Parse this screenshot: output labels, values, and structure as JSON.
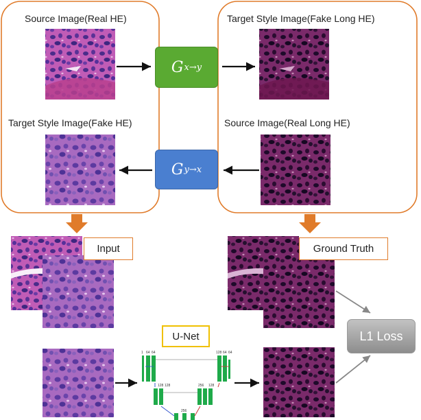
{
  "labels": {
    "source_real_he": "Source Image(Real HE)",
    "target_fake_long_he": "Target Style Image(Fake Long HE)",
    "target_fake_he": "Target Style Image(Fake HE)",
    "source_real_long_he": "Source Image(Real Long HE)",
    "input": "Input",
    "ground_truth": "Ground Truth",
    "unet": "U-Net",
    "l1_loss": "L1 Loss"
  },
  "generators": {
    "g_xy": {
      "symbol": "G",
      "subscript": "x→y",
      "color": "#5aaa32"
    },
    "g_yx": {
      "symbol": "G",
      "subscript": "y→x",
      "color": "#4a7fd0"
    }
  },
  "unet_numbers": {
    "top_left": [
      "1",
      "64",
      "64"
    ],
    "top_right": [
      "128",
      "64",
      "64"
    ],
    "mid_left": [
      "128",
      "128"
    ],
    "mid_right": [
      "256",
      "128"
    ],
    "bottom": [
      "256"
    ]
  },
  "colors": {
    "frame_orange": "#e07b2a",
    "arrow_orange": "#e07b2a",
    "unet_green": "#1faa4a",
    "tissue_light": "#b04aa8",
    "tissue_dark": "#5a1a4a"
  },
  "images": [
    {
      "name": "source-real-he-image",
      "style": "light"
    },
    {
      "name": "target-fake-long-he-image",
      "style": "dark"
    },
    {
      "name": "target-fake-he-image",
      "style": "light"
    },
    {
      "name": "source-real-long-he-image",
      "style": "dark"
    }
  ]
}
